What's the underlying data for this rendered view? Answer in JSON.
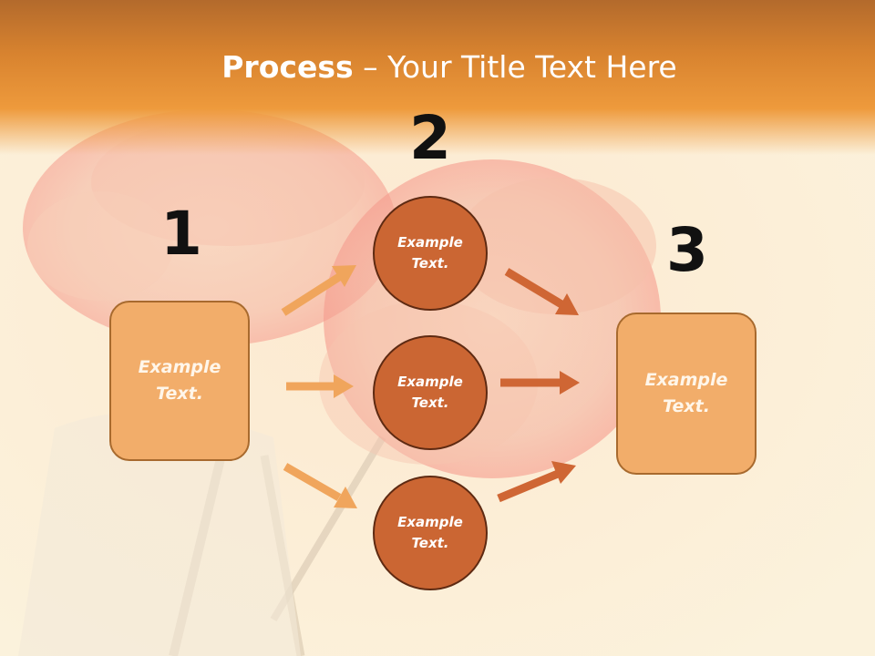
{
  "slide": {
    "title_bold": "Process",
    "title_rest": " – Your Title Text Here",
    "steps": {
      "one": {
        "number": "1",
        "box_text": "Example Text."
      },
      "two": {
        "number": "2",
        "circles": [
          {
            "text": "Example Text."
          },
          {
            "text": "Example Text."
          },
          {
            "text": "Example Text."
          }
        ]
      },
      "three": {
        "number": "3",
        "box_text": "Example Text."
      }
    }
  },
  "colors": {
    "header": "#e8923a",
    "box_fill": "#f2ad6a",
    "circle_fill": "#cb6633",
    "arrow_light": "#f0a55c",
    "arrow_dark": "#cf6634"
  }
}
